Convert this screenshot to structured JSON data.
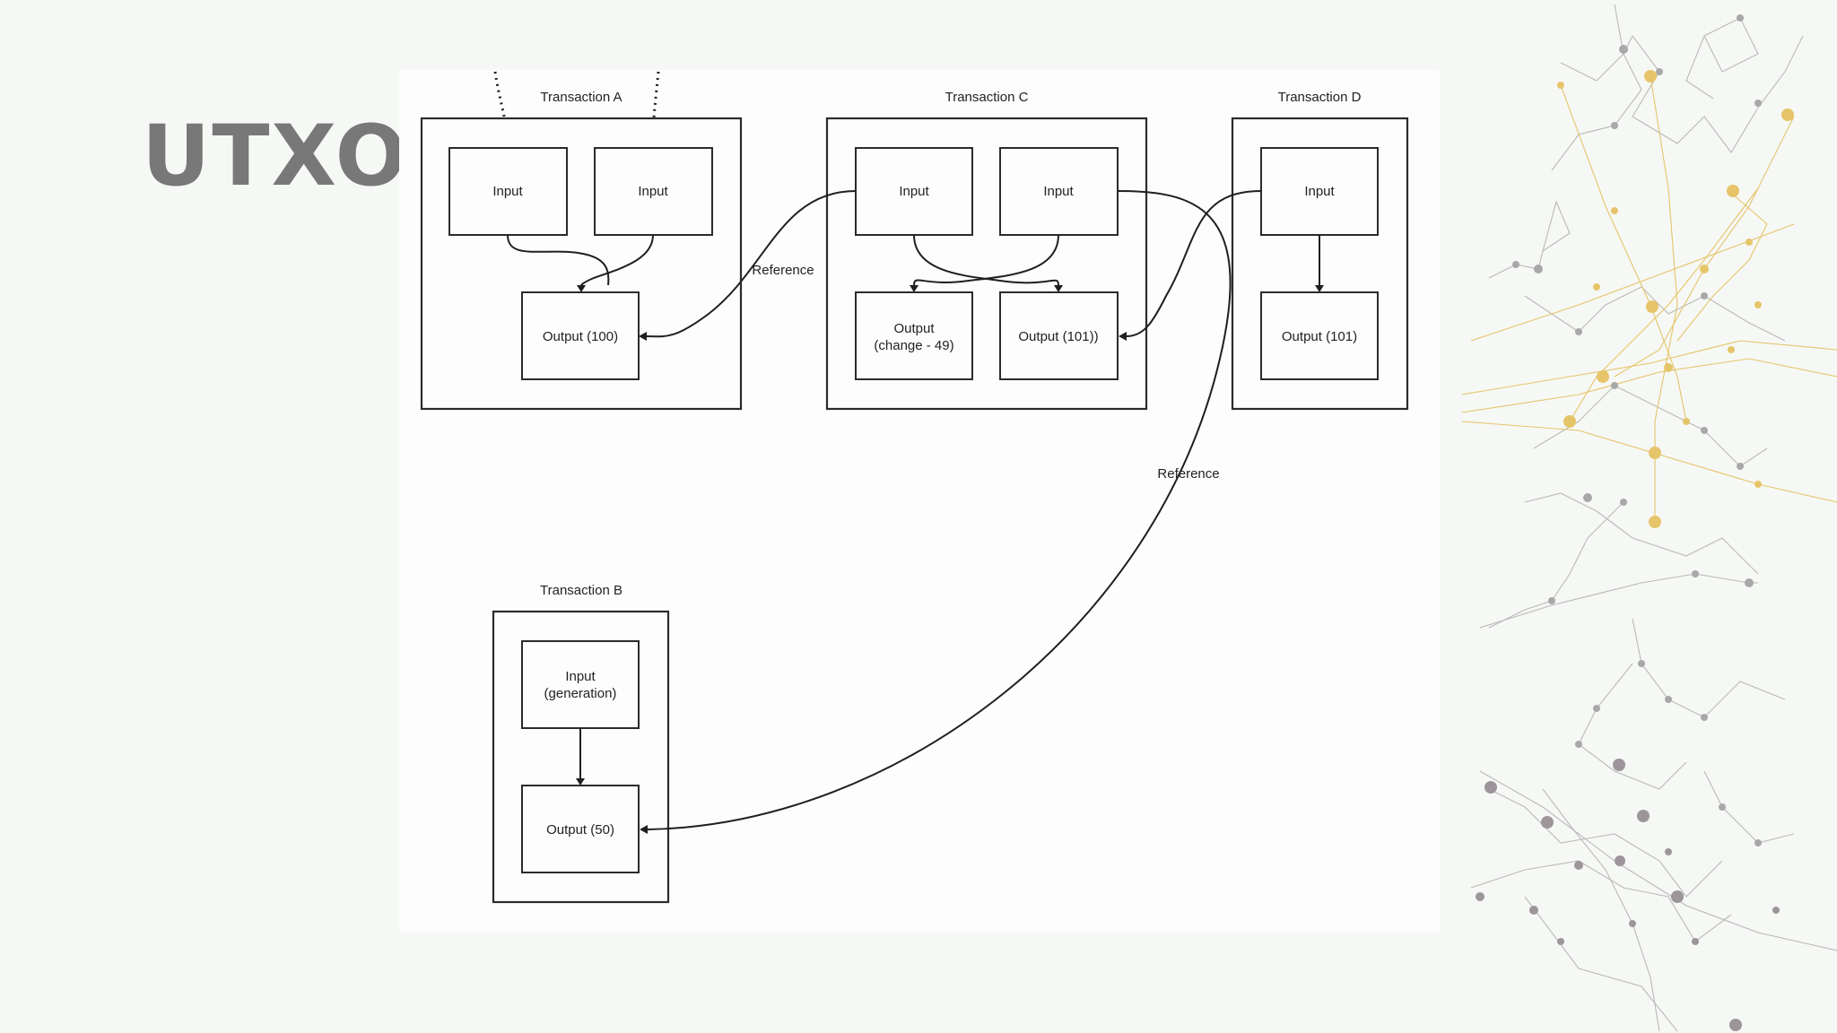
{
  "slide": {
    "title": "UTXO"
  },
  "diagram": {
    "transactions": {
      "a": {
        "title": "Transaction A",
        "input1": "Input",
        "input2": "Input",
        "output": "Output (100)"
      },
      "c": {
        "title": "Transaction C",
        "input1": "Input",
        "input2": "Input",
        "output1_line1": "Output",
        "output1_line2": "(change - 49)",
        "output2": "Output (101))"
      },
      "d": {
        "title": "Transaction D",
        "input": "Input",
        "output": "Output (101)"
      },
      "b": {
        "title": "Transaction B",
        "input_line1": "Input",
        "input_line2": "(generation)",
        "output": "Output (50)"
      }
    },
    "edge_labels": {
      "reference_top": "Reference",
      "reference_bottom": "Reference"
    }
  },
  "colors": {
    "title": "#777877",
    "network_gray": "#b9b9b9",
    "network_gold": "#e6c56a"
  }
}
